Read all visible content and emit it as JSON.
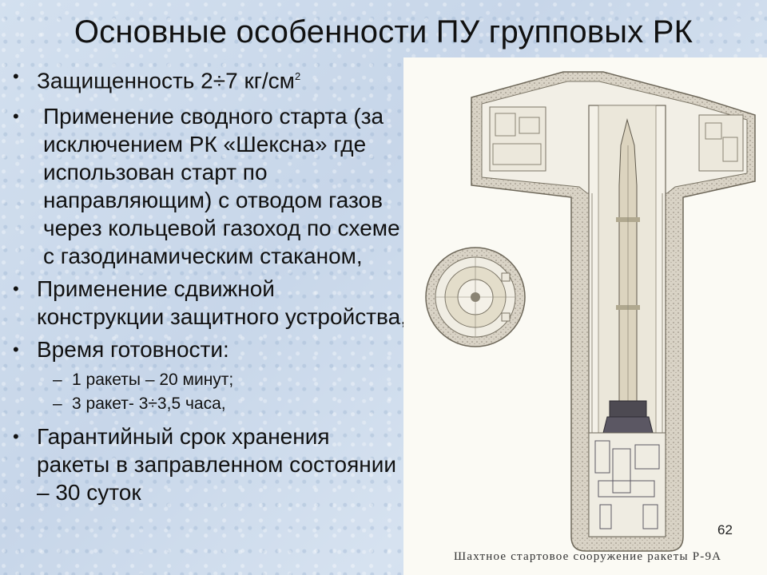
{
  "slide": {
    "title": "Основные особенности ПУ групповых РК",
    "page_number": "62",
    "bullets": [
      {
        "text": "Защищенность 2÷7 кг/см",
        "sup": "2"
      },
      {
        "text": "Применение сводного старта (за исключением РК «Шексна» где использован старт по направляющим) с отводом газов через кольцевой газоход по схеме с газодинамическим стаканом,"
      },
      {
        "text": "Применение сдвижной конструкции защитного устройства,"
      },
      {
        "text": "Время готовности:"
      }
    ],
    "sub_bullets": [
      {
        "text": "1 ракеты – 20 минут;"
      },
      {
        "text": "3 ракет- 3÷3,5 часа,"
      }
    ],
    "last_bullet": {
      "text": "Гарантийный срок хранения ракеты в заправленном состоянии – 30 суток"
    },
    "figure": {
      "caption": "Шахтное стартовое сооружение ракеты Р-9А",
      "bullet_glyph": "•",
      "dash_glyph": "–"
    }
  }
}
